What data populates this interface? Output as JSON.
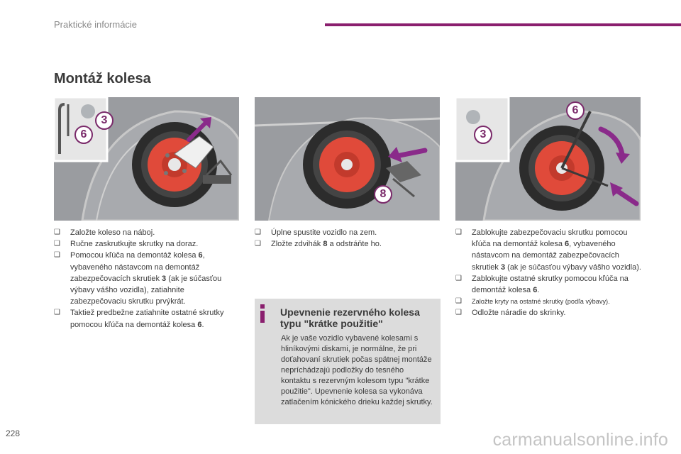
{
  "header": {
    "section": "Praktické informácie"
  },
  "title": "Montáž kolesa",
  "illustrations": [
    {
      "callouts": [
        "3",
        "6"
      ]
    },
    {
      "callouts": [
        "8"
      ]
    },
    {
      "callouts": [
        "6",
        "3"
      ]
    }
  ],
  "columns": [
    {
      "steps": [
        {
          "parts": [
            "Založte koleso na náboj."
          ]
        },
        {
          "parts": [
            "Ručne zaskrutkujte skrutky na doraz."
          ]
        },
        {
          "parts": [
            "Pomocou kľúča na demontáž kolesa ",
            "6",
            ", vybaveného nástavcom na demontáž zabezpečovacích skrutiek ",
            "3",
            " (ak je súčasťou výbavy vášho vozidla), zatiahnite zabezpečovaciu skrutku prvýkrát."
          ]
        },
        {
          "parts": [
            "Taktiež predbežne zatiahnite ostatné skrutky pomocou kľúča na demontáž kolesa ",
            "6",
            "."
          ]
        }
      ]
    },
    {
      "steps": [
        {
          "parts": [
            "Úplne spustite vozidlo na zem."
          ]
        },
        {
          "parts": [
            "Zložte zdvihák ",
            "8",
            " a odstráňte ho."
          ]
        }
      ]
    },
    {
      "steps": [
        {
          "parts": [
            "Zablokujte zabezpečovaciu skrutku pomocou kľúča na demontáž kolesa ",
            "6",
            ", vybaveného nástavcom na demontáž zabezpečovacích skrutiek ",
            "3",
            " (ak je súčasťou výbavy vášho vozidla)."
          ]
        },
        {
          "parts": [
            "Zablokujte ostatné skrutky pomocou kľúča na demontáž kolesa ",
            "6",
            "."
          ]
        },
        {
          "parts": [
            "Založte kryty na ostatné skrutky (podľa výbavy)."
          ],
          "small": true
        },
        {
          "parts": [
            "Odložte náradie do skrinky."
          ]
        }
      ]
    }
  ],
  "note": {
    "icon": "info-icon",
    "title": "Upevnenie rezervného kolesa typu \"krátke použitie\"",
    "body": "Ak je vaše vozidlo vybavené kolesami s hliníkovými diskami, je normálne, že pri doťahovaní skrutiek počas spätnej montáže nepríchádzajú podložky do tesného kontaktu s rezervným kolesom typu \"krátke použitie\". Upevnenie kolesa sa vykonáva zatlačením kónického drieku každej skrutky."
  },
  "page_number": "228",
  "watermark": "carmanualsonline.info",
  "colors": {
    "accent": "#8a1f6e",
    "wheel": "#e04a3a",
    "callout": "#7a2a6a",
    "arrow": "#8a2a8a"
  }
}
